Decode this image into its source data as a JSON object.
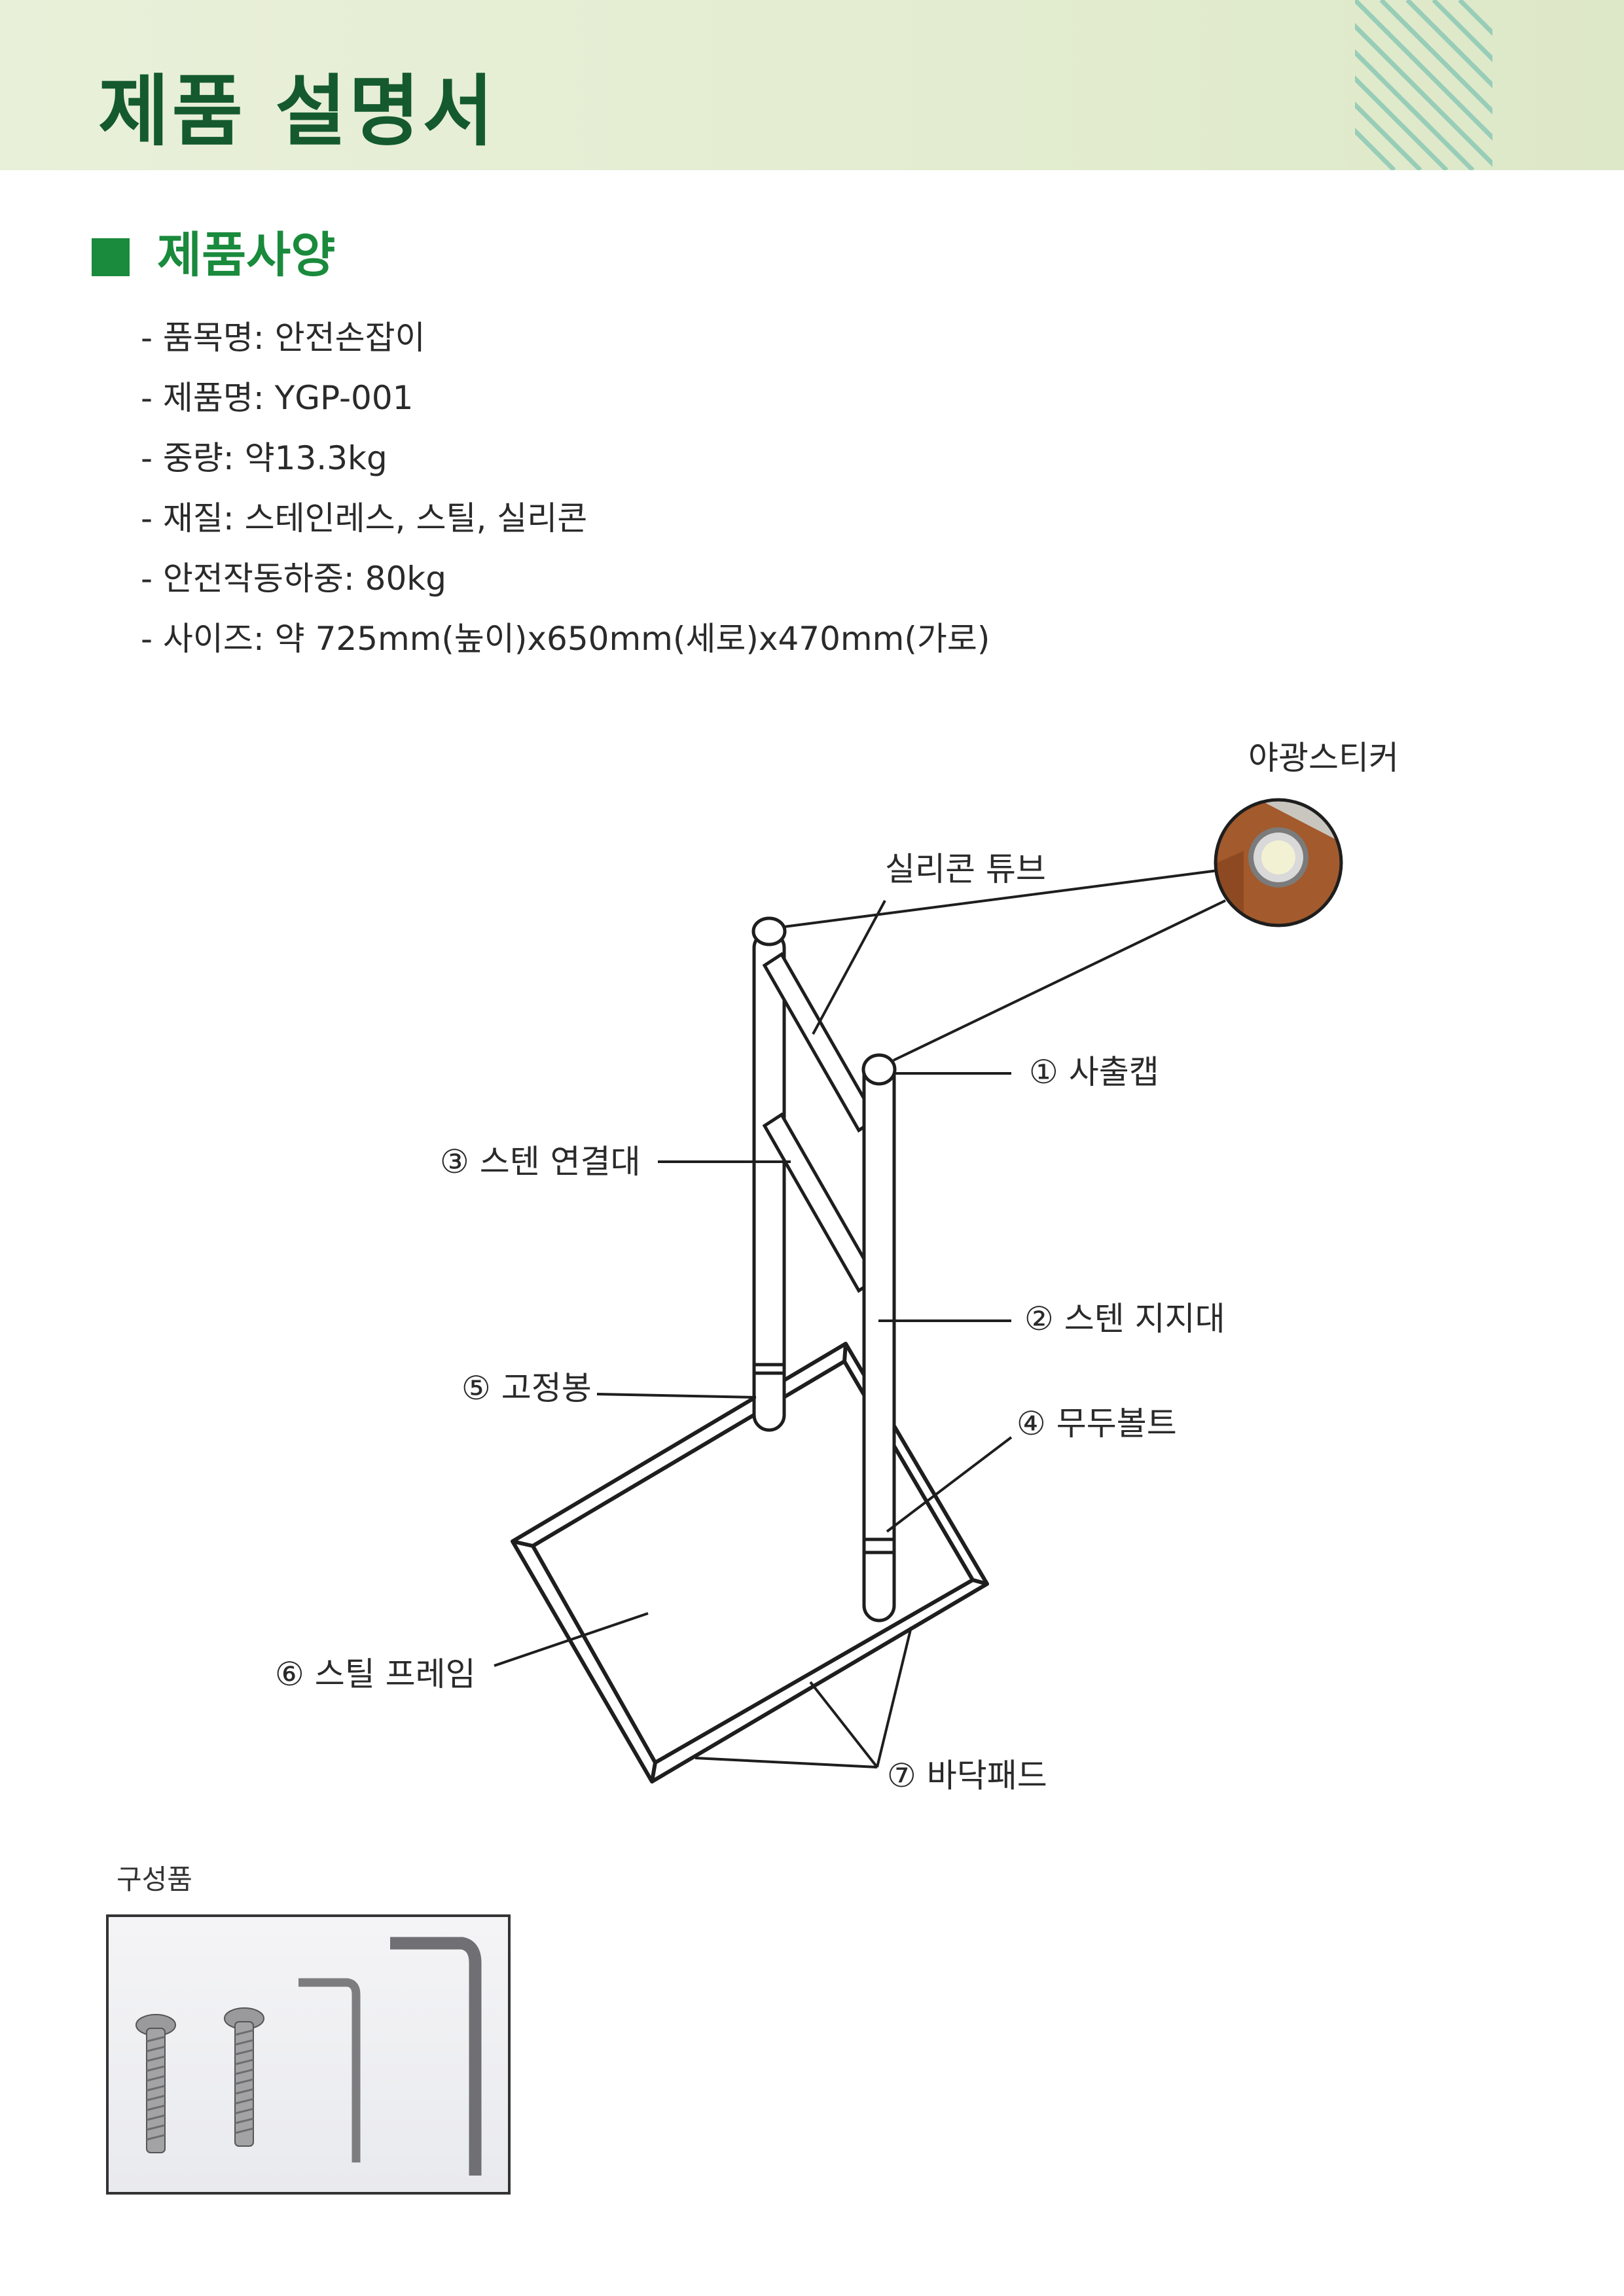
{
  "header": {
    "title": "제품 설명서"
  },
  "spec_section": {
    "title": "제품사양",
    "items": [
      "- 품목명: 안전손잡이",
      "- 제품명: YGP-001",
      "- 중량: 약13.3kg",
      "- 재질: 스테인레스, 스틸, 실리콘",
      "- 안전작동하중: 80kg",
      "- 사이즈: 약 725mm(높이)x650mm(세로)x470mm(가로)"
    ]
  },
  "diagram": {
    "labels": {
      "glow_sticker": "야광스티커",
      "silicone_tube": "실리콘 튜브",
      "cap": "① 사출캡",
      "support": "② 스텐 지지대",
      "connector": "③ 스텐 연결대",
      "bolt": "④ 무두볼트",
      "fixing_rod": "⑤ 고정봉",
      "steel_frame": "⑥ 스틸 프레임",
      "floor_pad": "⑦ 바닥패드"
    }
  },
  "parts": {
    "label": "구성품"
  }
}
